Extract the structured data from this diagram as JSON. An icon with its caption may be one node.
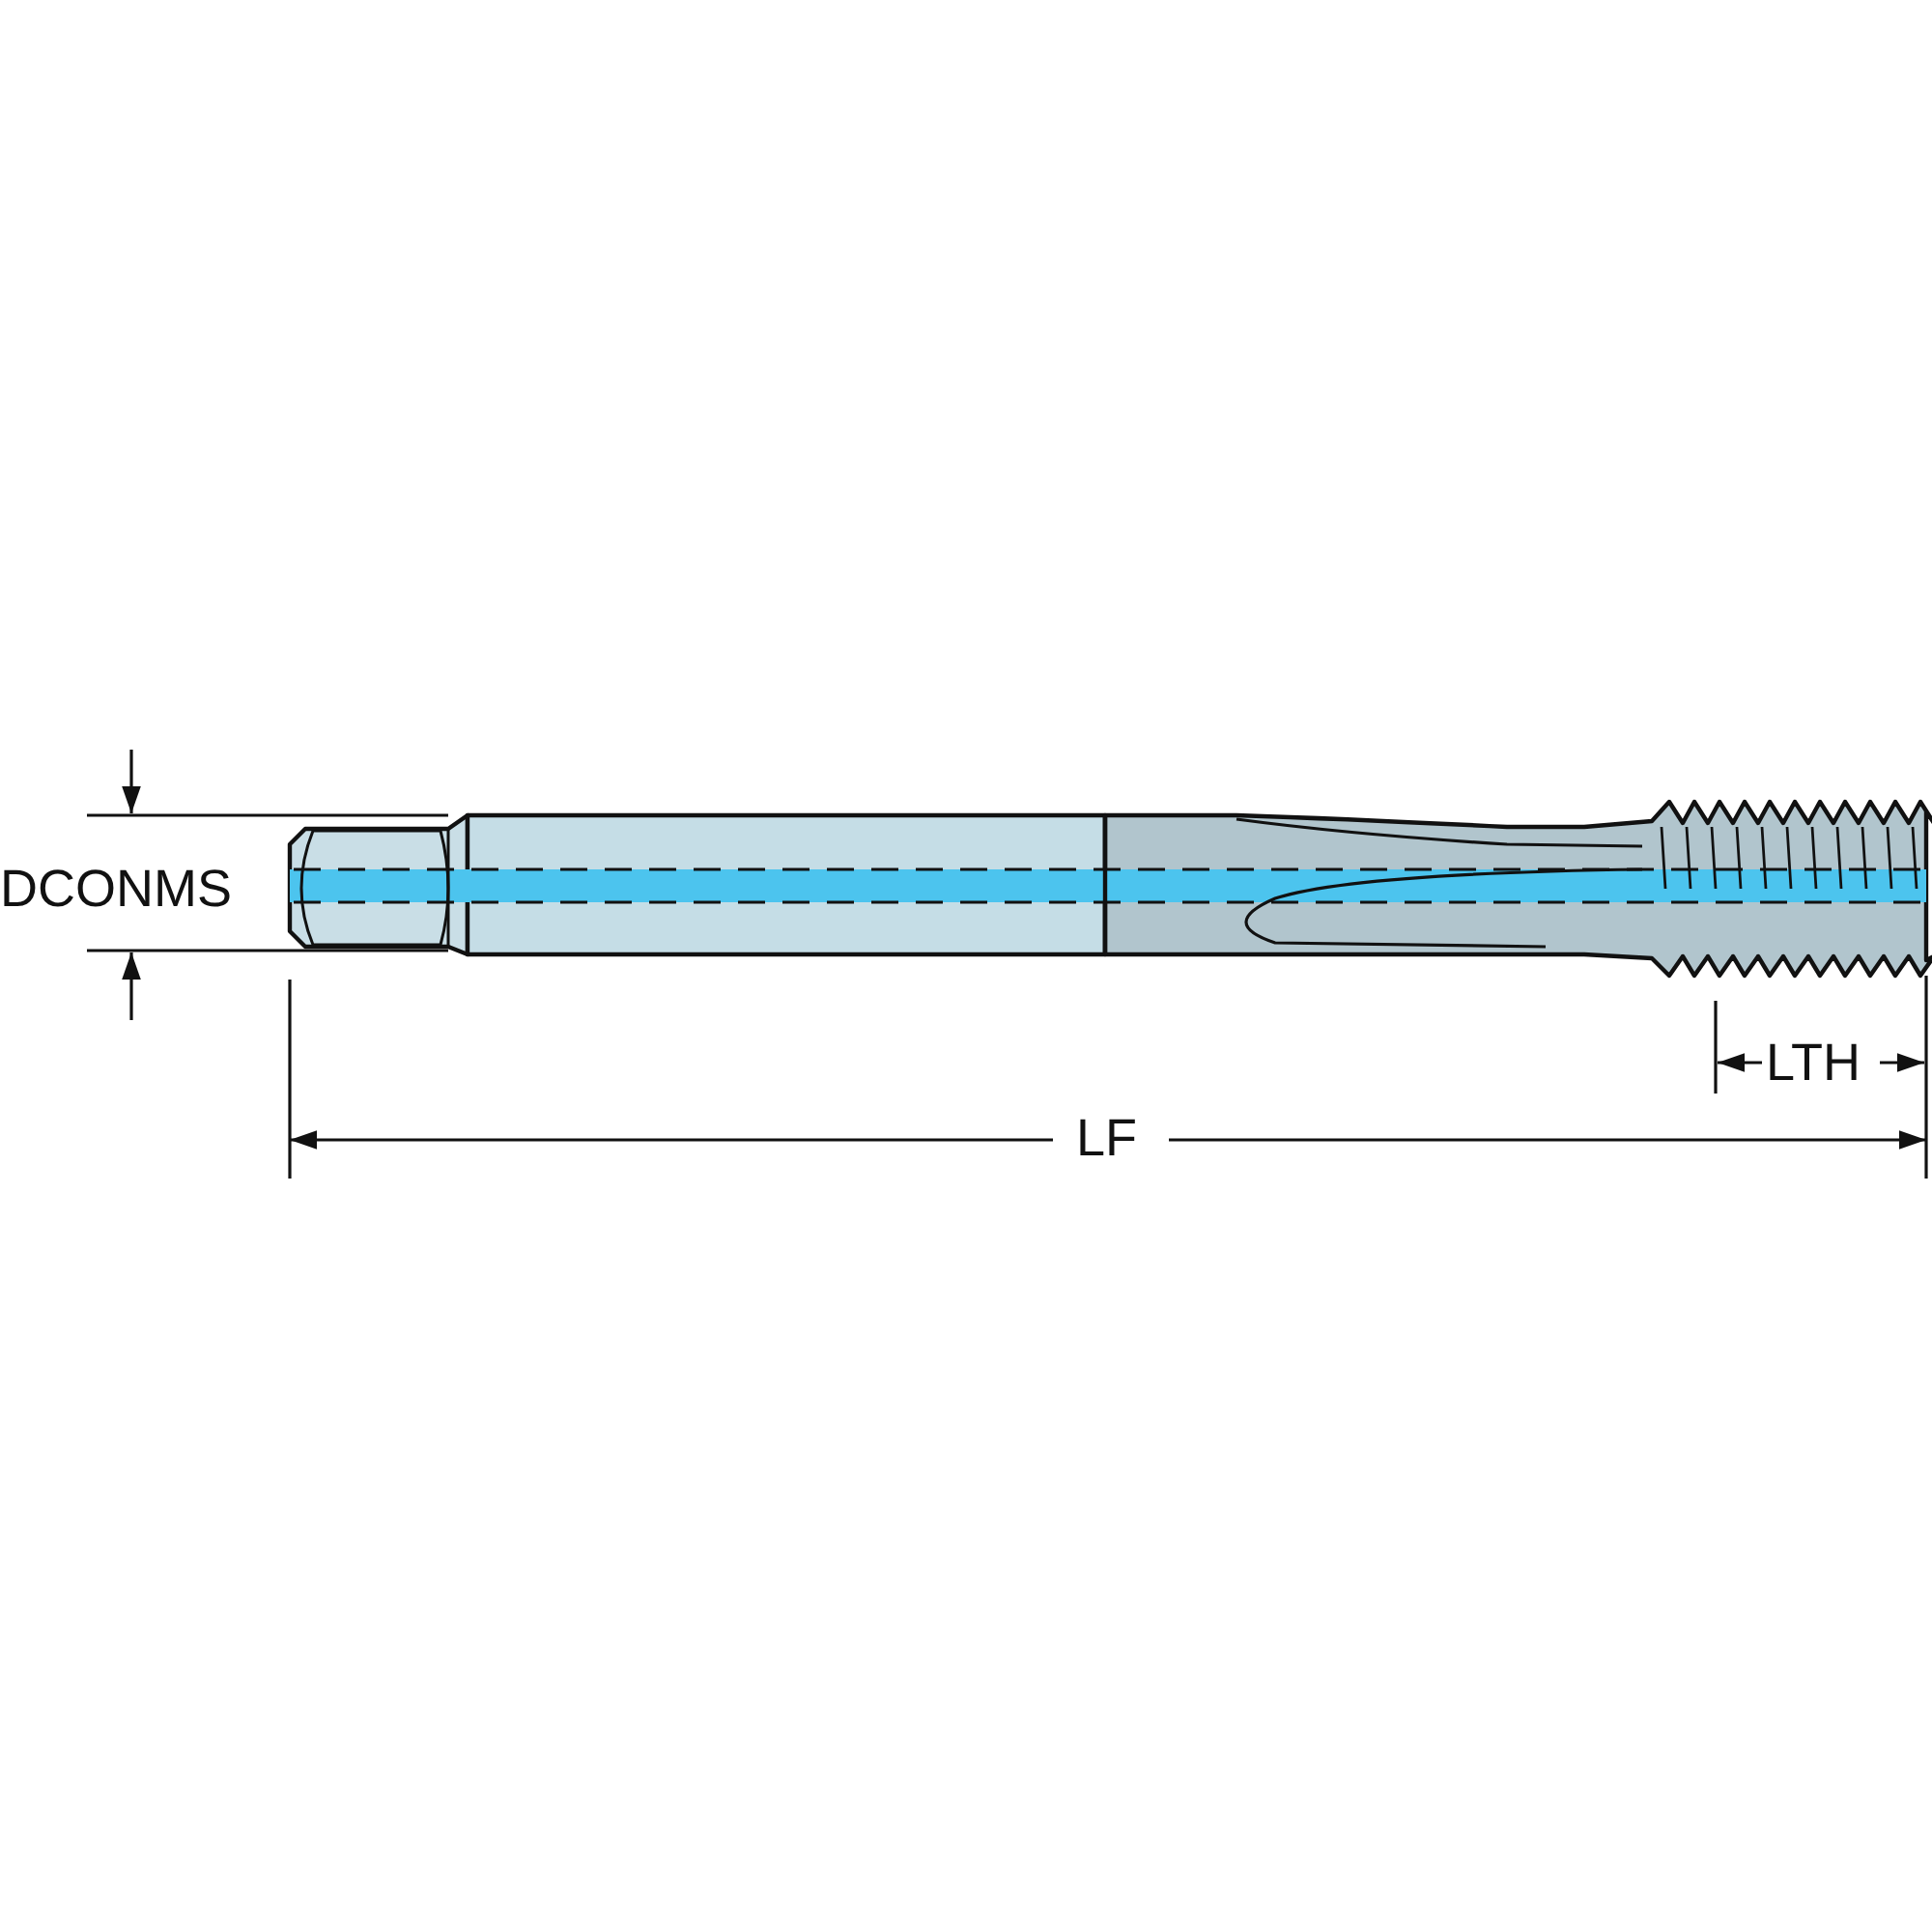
{
  "diagram": {
    "labels": [
      "DCONMS",
      "LTH",
      "LF"
    ]
  }
}
